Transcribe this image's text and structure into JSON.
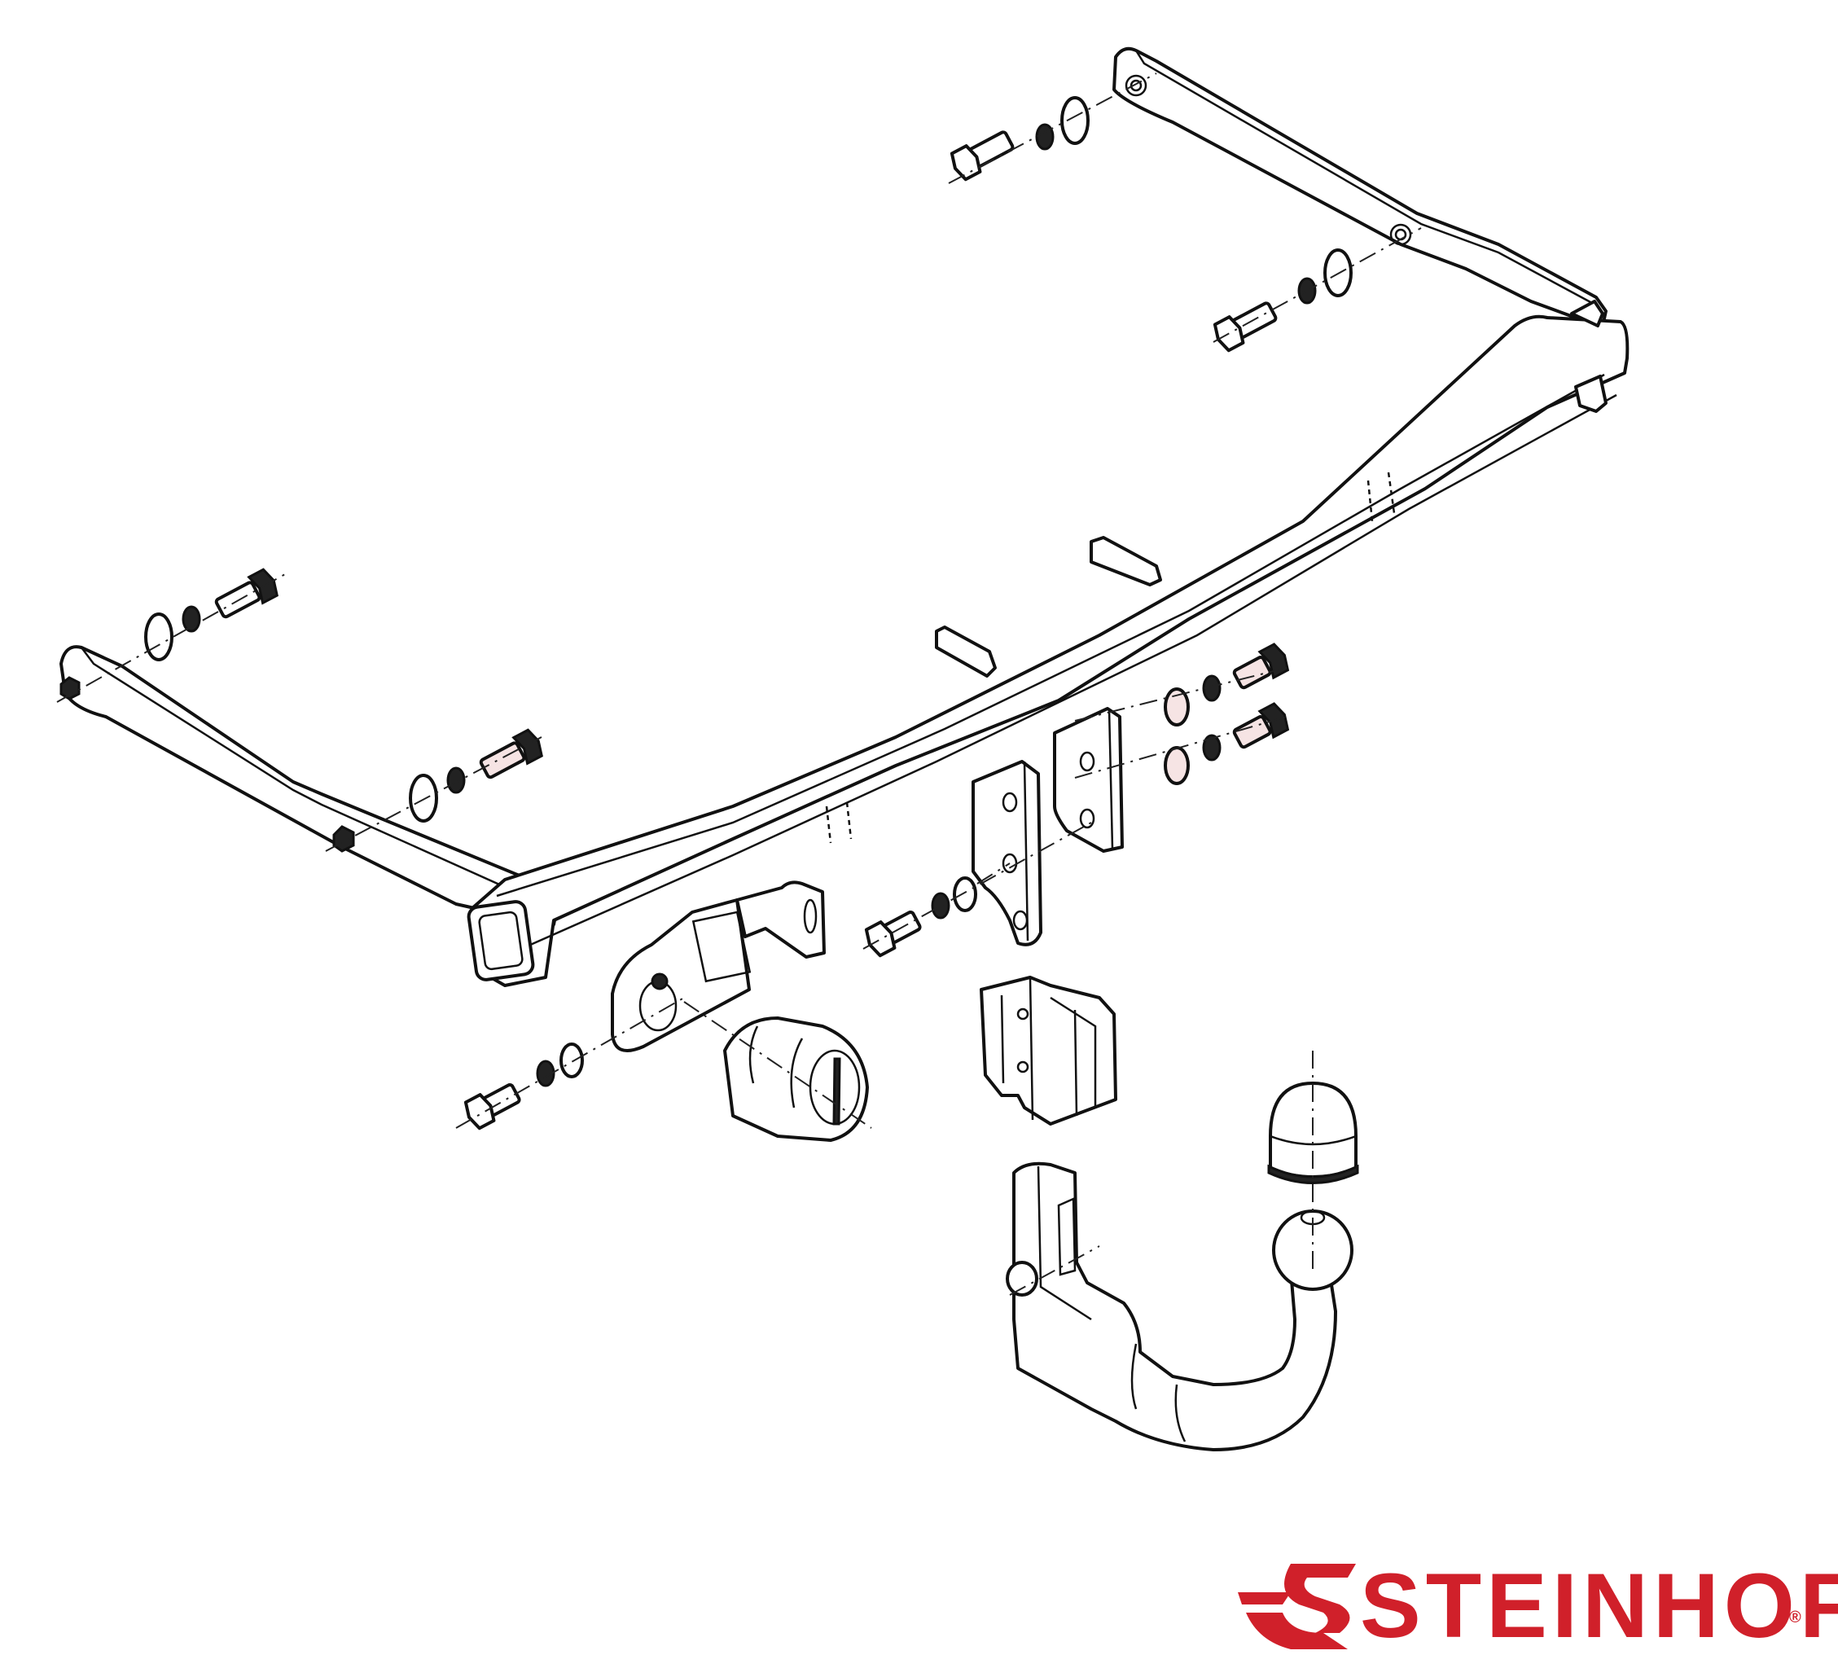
{
  "diagram": {
    "title": "Tow bar exploded assembly view",
    "parts": [
      "main-crossbar",
      "left-side-arm",
      "right-side-arm",
      "mounting-bolts",
      "washers",
      "spring-washers",
      "nuts",
      "center-brackets",
      "socket-plate",
      "electrical-socket",
      "receiver-housing",
      "detachable-tow-ball-neck",
      "tow-ball-cover-cap"
    ]
  },
  "brand": {
    "name": "STEINHOF",
    "registered_mark": "®",
    "color": "#d0202a"
  },
  "colors": {
    "line": "#111111",
    "background": "#ffffff"
  }
}
